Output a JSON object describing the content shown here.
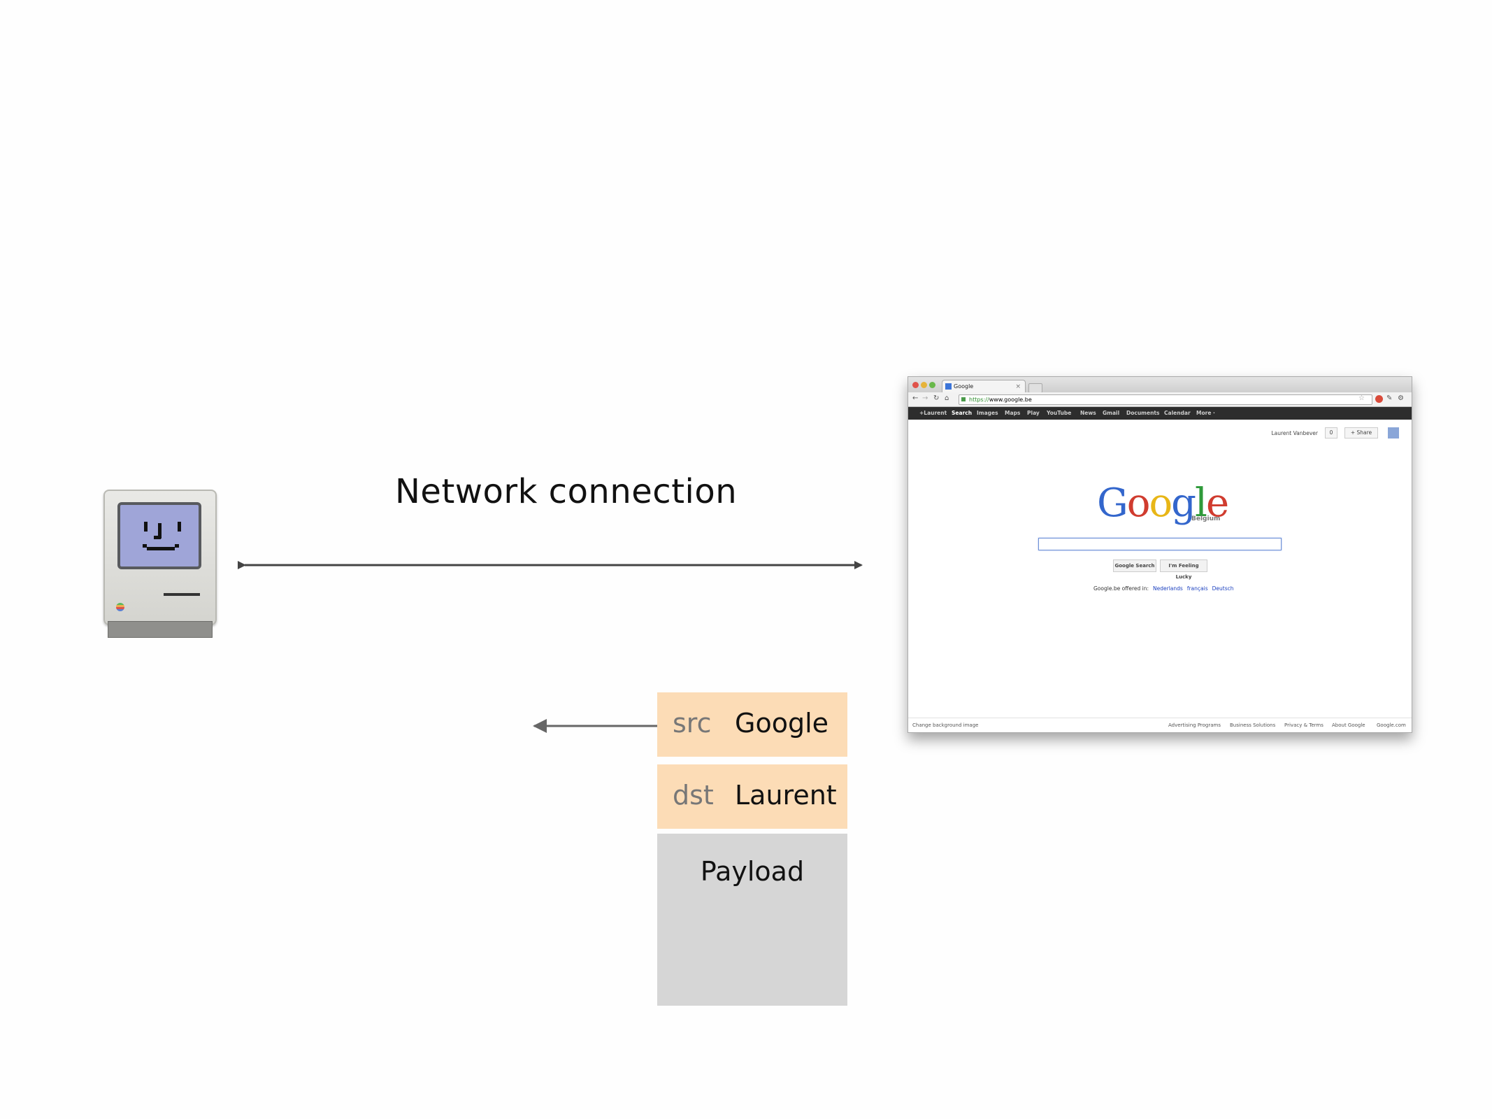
{
  "connection_label": "Network connection",
  "packet": {
    "src_key": "src",
    "src_value": "Google",
    "dst_key": "dst",
    "dst_value": "Laurent",
    "payload_label": "Payload"
  },
  "browser": {
    "tab_title": "Google",
    "url_scheme": "https://",
    "url_host": "www.google.be",
    "nav_items": [
      "+Laurent",
      "Search",
      "Images",
      "Maps",
      "Play",
      "YouTube",
      "News",
      "Gmail",
      "Documents",
      "Calendar",
      "More ·"
    ],
    "active_nav": "Search",
    "user_name": "Laurent Vanbever",
    "notification_count": "0",
    "share_label": "+ Share",
    "logo_text": "Google",
    "logo_subtitle": "Belgium",
    "search_button": "Google Search",
    "lucky_button": "I'm Feeling Lucky",
    "offered_in": "Google.be offered in:",
    "languages": [
      "Nederlands",
      "français",
      "Deutsch"
    ],
    "footer_left": "Change background image",
    "footer_links": [
      "Advertising Programs",
      "Business Solutions",
      "Privacy & Terms",
      "About Google",
      "Google.com"
    ]
  },
  "colors": {
    "header_field": "#fcdcb6",
    "payload_field": "#d6d6d6",
    "arrow": "#555555"
  }
}
